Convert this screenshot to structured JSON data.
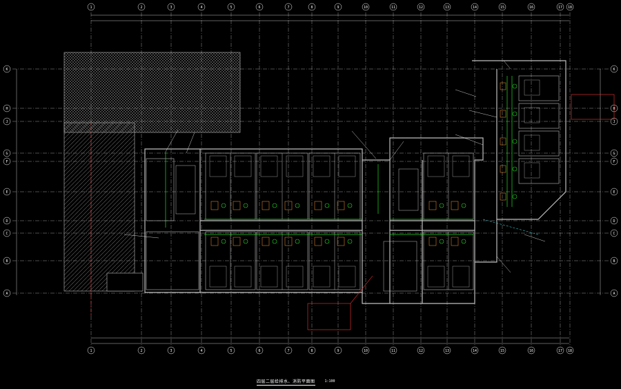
{
  "drawing": {
    "title": "四层二层给排水、消防平面图",
    "scale": "1:100"
  },
  "grid": {
    "columns_top": [
      "1",
      "2",
      "3",
      "4",
      "5",
      "6",
      "7",
      "8",
      "9",
      "10",
      "11",
      "12",
      "13",
      "14",
      "15",
      "16",
      "17",
      "18"
    ],
    "rows_left": [
      "K",
      "H",
      "J",
      "G",
      "F",
      "E",
      "D",
      "C",
      "B",
      "A"
    ]
  },
  "colors": {
    "background": "#000000",
    "wall": "#bfbfbf",
    "grid_line": "#ffffff",
    "dimension": "#bfbfbf",
    "pipe_green": "#22dd22",
    "fixture_orange": "#ff9933",
    "annotation_red": "#ff3333",
    "hatch": "#8a8a8a",
    "pipe_cyan": "#33cccc"
  },
  "icons": {
    "grid_bubble": "circle-label-icon",
    "stair": "stair-icon",
    "fixture": "sanitary-fixture-icon"
  }
}
